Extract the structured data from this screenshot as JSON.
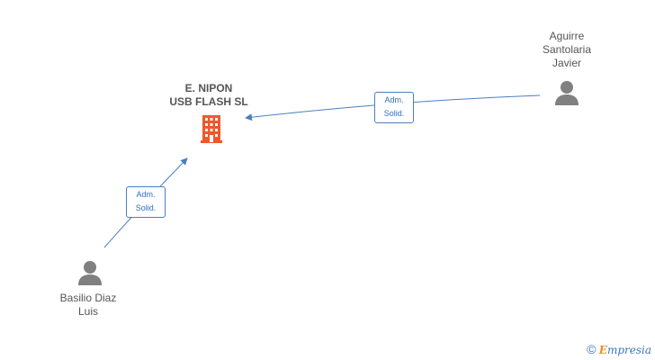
{
  "company": {
    "name_line1": "E. NIPON",
    "name_line2": "USB FLASH SL",
    "icon": "building-icon",
    "color": "#f0582a"
  },
  "persons": [
    {
      "id": "aguirre",
      "line1": "Aguirre",
      "line2": "Santolaria",
      "line3": "Javier",
      "icon": "person-icon"
    },
    {
      "id": "basilio",
      "line1": "Basilio Diaz",
      "line2": "Luis",
      "icon": "person-icon"
    }
  ],
  "edges": [
    {
      "from": "aguirre",
      "to": "company",
      "label_line1": "Adm.",
      "label_line2": "Solid."
    },
    {
      "from": "basilio",
      "to": "company",
      "label_line1": "Adm.",
      "label_line2": "Solid."
    }
  ],
  "colors": {
    "edge": "#4a7fc1",
    "person": "#808080",
    "company": "#f0582a"
  },
  "footer": {
    "copyright_symbol": "©",
    "brand_first": "E",
    "brand_rest": "mpresia"
  }
}
